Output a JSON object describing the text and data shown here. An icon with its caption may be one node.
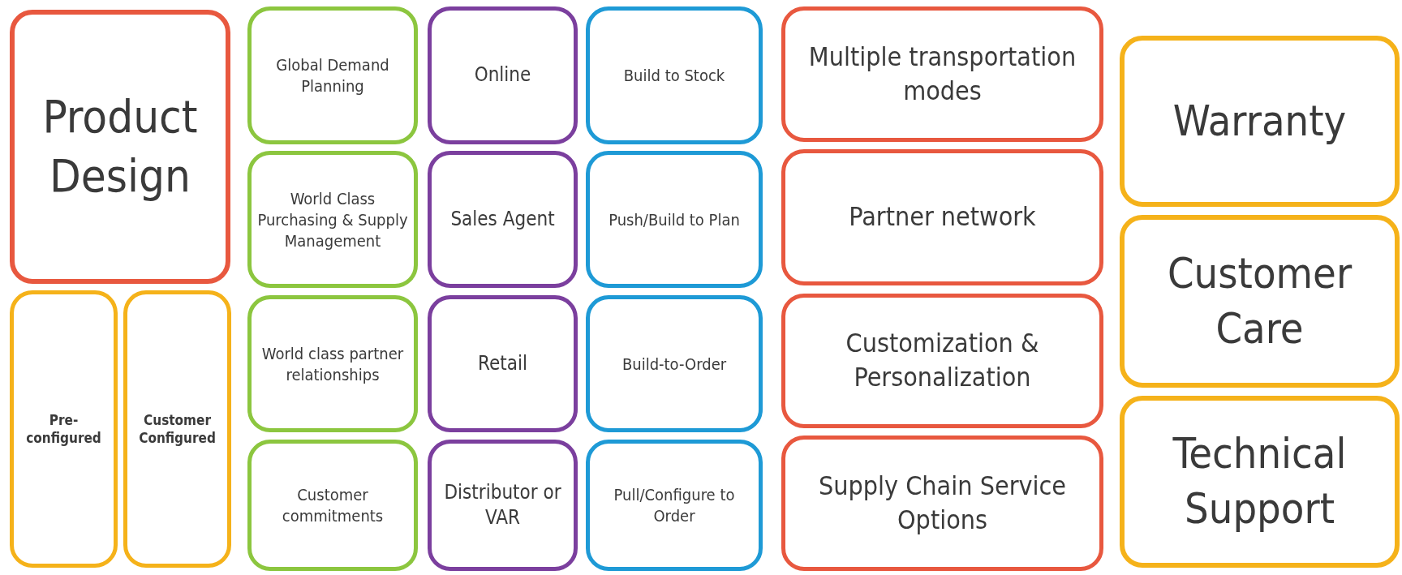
{
  "diagram": {
    "nodes": [
      {
        "text": [
          "Product Design"
        ]
      },
      {
        "text": [
          "Pre-configured"
        ]
      },
      {
        "text": [
          "Customer Configured"
        ]
      },
      {
        "text": [
          "Global Demand Planning"
        ]
      },
      {
        "text": [
          "World Class Purchasing & Supply Management"
        ]
      },
      {
        "text": [
          "World class partner relationships"
        ]
      },
      {
        "text": [
          "Customer commitments"
        ]
      },
      {
        "text": [
          "Online"
        ]
      },
      {
        "text": [
          "Sales Agent"
        ]
      },
      {
        "text": [
          "Retail"
        ]
      },
      {
        "text": [
          "Distributor or VAR"
        ]
      },
      {
        "text": [
          "Build to Stock"
        ]
      },
      {
        "text": [
          "Push/Build to Plan"
        ]
      },
      {
        "text": [
          "Build-to-Order"
        ]
      },
      {
        "text": [
          "Pull/Configure to Order"
        ]
      },
      {
        "text": [
          "Multiple transportation modes"
        ]
      },
      {
        "text": [
          "Partner network"
        ]
      },
      {
        "text": [
          "Customization & Personalization"
        ]
      },
      {
        "text": [
          "Supply Chain Service Options"
        ]
      },
      {
        "text": [
          "Warranty"
        ]
      },
      {
        "text": [
          "Customer Care"
        ]
      },
      {
        "text": [
          "Technical Support"
        ]
      }
    ]
  }
}
